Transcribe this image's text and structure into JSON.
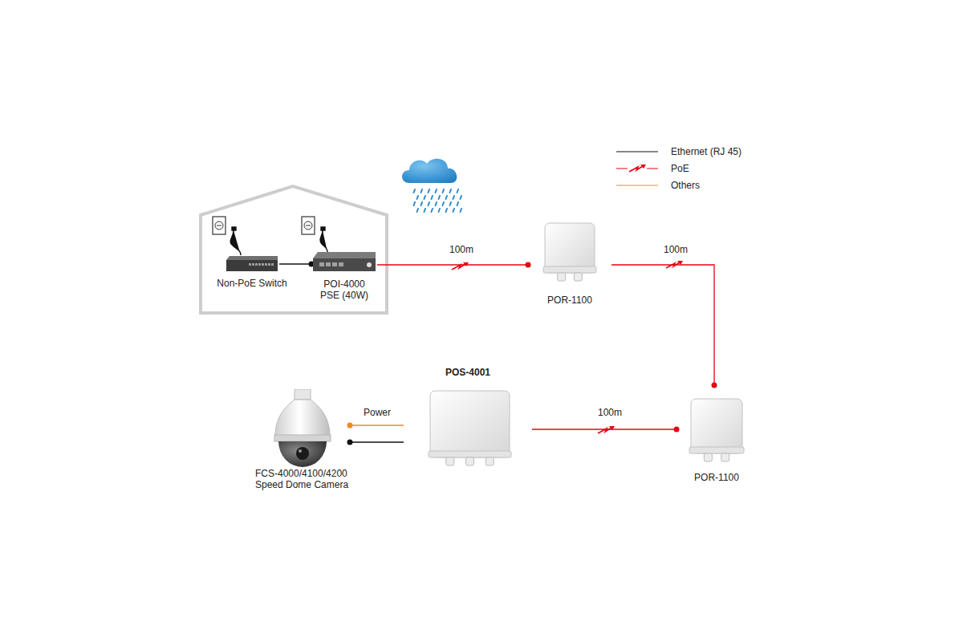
{
  "diagram": {
    "nodes": [
      {
        "text": [
          "Non-PoE Switch"
        ]
      },
      {
        "text": [
          "POI-4000 PSE (40W)"
        ]
      },
      {
        "text": [
          "POR-1100"
        ]
      },
      {
        "text": [
          "FCS-4000/4100/4200 Speed Dome Camera"
        ]
      },
      {
        "text": [
          "POS-4001"
        ]
      },
      {
        "text": [
          "POR-1100"
        ]
      }
    ],
    "edges": [
      {
        "from": 0,
        "to": 1,
        "arrow": "none"
      },
      {
        "from": 1,
        "to": 2,
        "label": "100m",
        "arrow": "none"
      },
      {
        "from": 2,
        "to": 5,
        "label": "100m",
        "arrow": "none"
      },
      {
        "from": 4,
        "to": 5,
        "label": "100m",
        "arrow": "none"
      },
      {
        "from": 4,
        "to": 3,
        "label": "Power",
        "arrow": "none"
      },
      {
        "from": 4,
        "to": 3,
        "arrow": "none"
      }
    ],
    "legend": [
      {
        "text": "Ethernet (RJ 45)"
      },
      {
        "text": "PoE"
      },
      {
        "text": "Others"
      }
    ]
  }
}
